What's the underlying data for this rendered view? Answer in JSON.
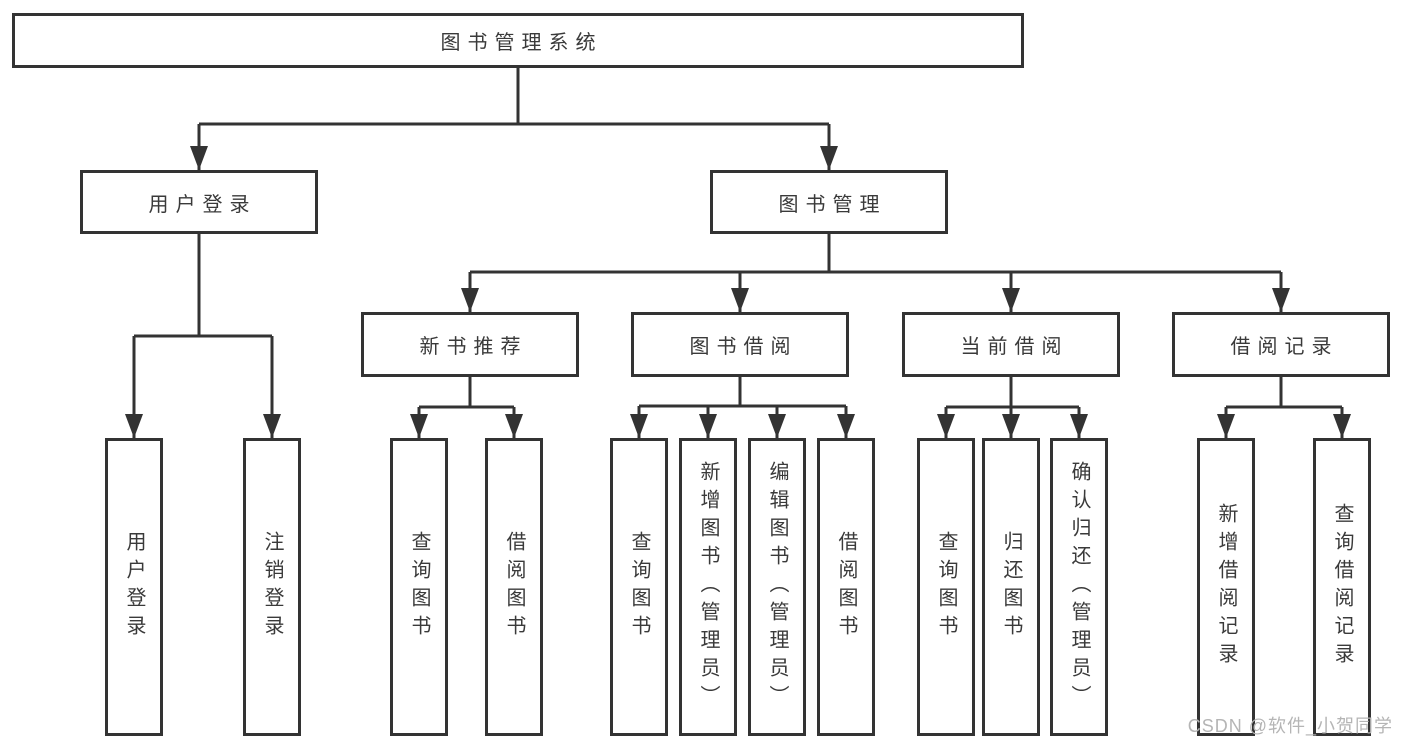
{
  "diagram": {
    "title_node": {
      "label": "图书管理系统"
    },
    "level2": [
      {
        "label": "用户登录"
      },
      {
        "label": "图书管理"
      }
    ],
    "level3": [
      {
        "label": "新书推荐"
      },
      {
        "label": "图书借阅"
      },
      {
        "label": "当前借阅"
      },
      {
        "label": "借阅记录"
      }
    ],
    "leaves": [
      {
        "label": "用户登录"
      },
      {
        "label": "注销登录"
      },
      {
        "label": "查询图书"
      },
      {
        "label": "借阅图书"
      },
      {
        "label": "查询图书"
      },
      {
        "label": "新增图书（管理员）"
      },
      {
        "label": "编辑图书（管理员）"
      },
      {
        "label": "借阅图书"
      },
      {
        "label": "查询图书"
      },
      {
        "label": "归还图书"
      },
      {
        "label": "确认归还（管理员）"
      },
      {
        "label": "新增借阅记录"
      },
      {
        "label": "查询借阅记录"
      }
    ],
    "colors": {
      "line": "#333333",
      "text": "#3a3a3a",
      "watermark": "#b5b5b5"
    },
    "watermark": "CSDN @软件_小贺同学"
  }
}
